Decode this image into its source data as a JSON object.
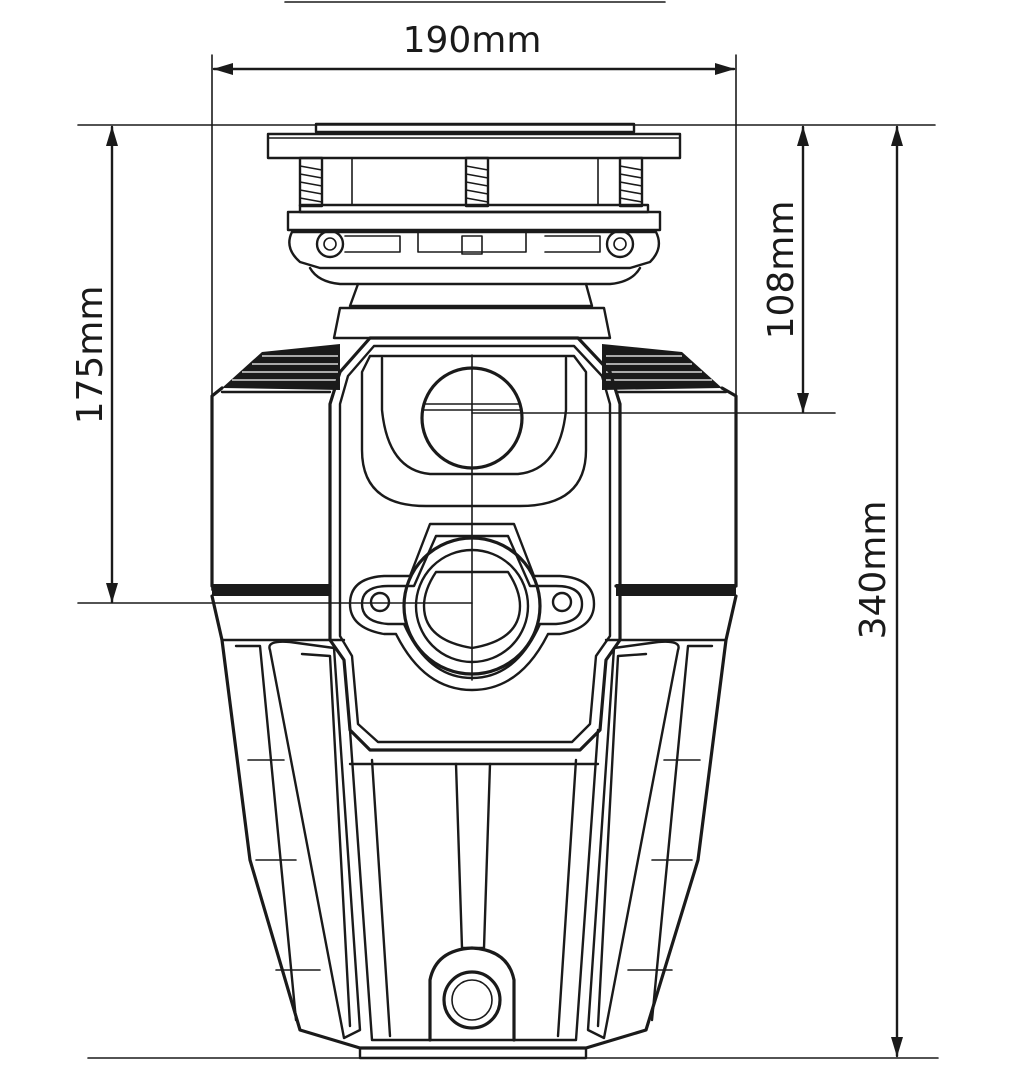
{
  "dimensions": {
    "width": "190mm",
    "height_total": "340mm",
    "height_to_outlet": "175mm",
    "height_to_inlet": "108mm"
  },
  "colors": {
    "line": "#1a1a1a",
    "background": "#ffffff"
  }
}
